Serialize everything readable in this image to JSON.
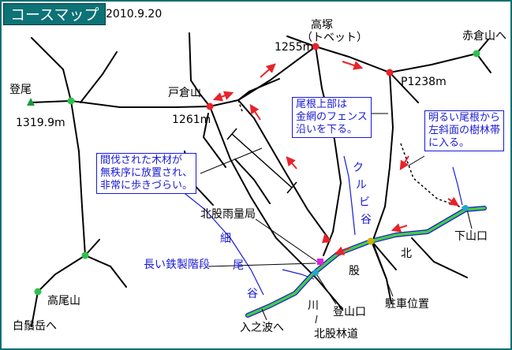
{
  "title": "コースマップ",
  "date": "2010.9.20",
  "colors": {
    "title_bg": "#0d7377",
    "border": "#0a6e73",
    "route": "#e8232a",
    "summit_marker": "#1a9a3a",
    "junction_marker": "#2fc04a",
    "parking_marker": "#c8b400",
    "stairs_marker": "#e020e0",
    "trailhead_marker": "#26a6c6",
    "stream": "#1a1ad6",
    "road_fill": "#44cc44"
  },
  "places": {
    "takatsuka": "高塚",
    "takatsuka_alias": "（トベット）",
    "takatsuka_elev": "1255m",
    "akakurayama": "赤倉山へ",
    "p1238": "P1238m",
    "tokurayama": "戸倉山",
    "tokurayama_elev": "1261m",
    "noboo": "登尾",
    "noboo_elev": "1319.9m",
    "takaoyama": "高尾山",
    "shirahigedake": "白鬚岳へ",
    "irinohami": "入之波へ",
    "kitamata_rindo": "北股林道",
    "tozanguchi": "登山口",
    "parking": "駐車位置",
    "gezanguchi": "下山口",
    "rain_gauge": "北股雨量局",
    "stairs": "長い鉄製階段"
  },
  "valleys": {
    "kurubi": [
      "ク",
      "ル",
      "ビ",
      "谷"
    ],
    "hosoo": [
      "細",
      "尾",
      "谷"
    ],
    "kitamata": [
      "北",
      "股",
      "川"
    ]
  },
  "notes": {
    "ridge_upper": "尾根上部は\n金網のフェンス\n沿いを下る。",
    "bright_ridge": "明るい尾根から\n左斜面の樹林帯\nに入る。",
    "felled_timber": "間伐された木材が\n無秩序に放置され、\n非常に歩きづらい。"
  }
}
